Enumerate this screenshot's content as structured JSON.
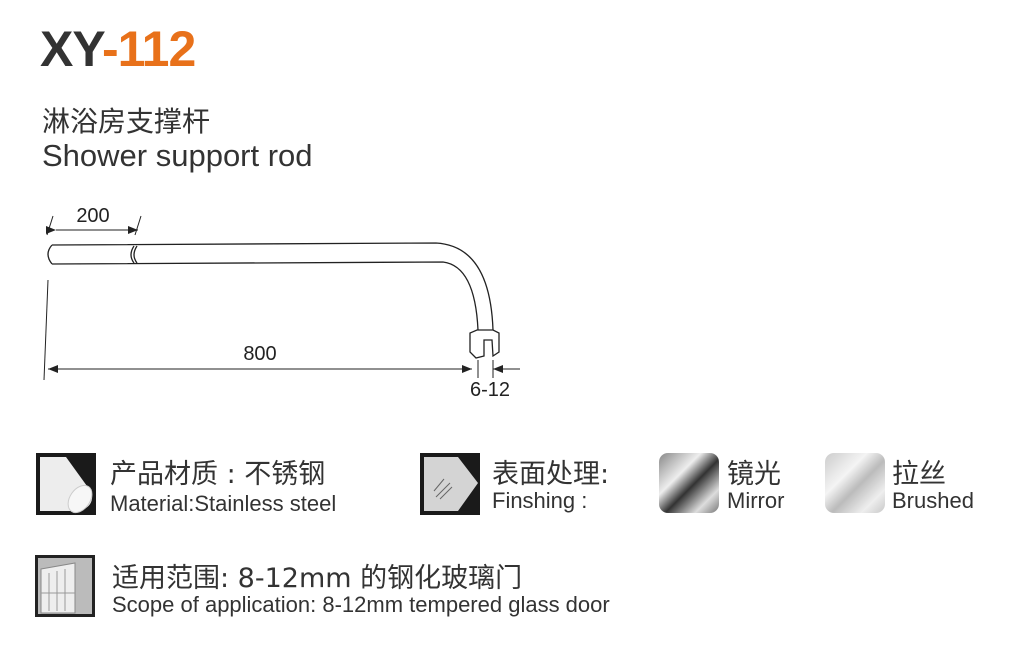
{
  "title": {
    "prefix": "XY",
    "number": "-112",
    "accent_color": "#e8711a"
  },
  "subtitle_cn": "淋浴房支撑杆",
  "subtitle_en": "Shower support rod",
  "drawing": {
    "dim_top": "200",
    "dim_length": "800",
    "dim_glass": "6-12"
  },
  "material": {
    "cn": "产品材质 : 不锈钢",
    "en": "Material:Stainless steel"
  },
  "finishing": {
    "cn": "表面处理:",
    "en": "Finshing :",
    "options": [
      {
        "cn": "镜光",
        "en": "Mirror"
      },
      {
        "cn": "拉丝",
        "en": "Brushed"
      }
    ]
  },
  "scope": {
    "cn": "适用范围:  8-12mm 的钢化玻璃门",
    "en": "Scope of application: 8-12mm tempered glass door"
  }
}
